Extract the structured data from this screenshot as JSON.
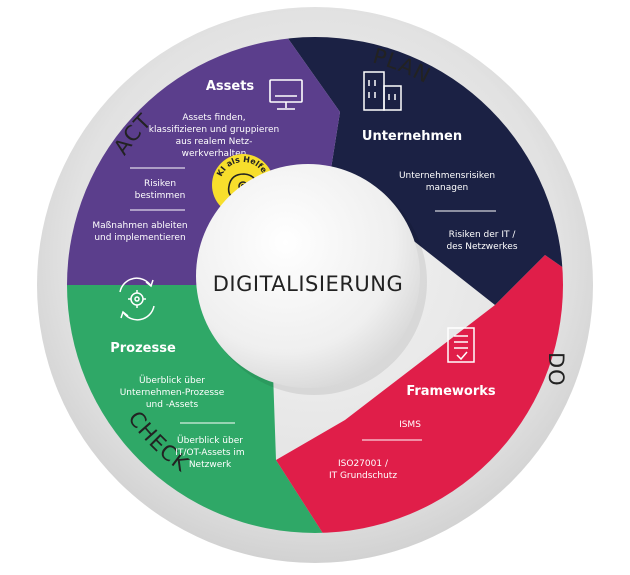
{
  "center": {
    "label": "DIGITALISIERUNG"
  },
  "ring": {
    "plan": "PLAN",
    "do": "DO",
    "check": "CHECK",
    "act": "ACT"
  },
  "colors": {
    "assets": "#5b3e8c",
    "unternehmen": "#1b2144",
    "frameworks": "#e01e49",
    "prozesse": "#2fa867",
    "badge": "#f7de2c",
    "ring": "#e1e1e1"
  },
  "segments": {
    "assets": {
      "title": "Assets",
      "icon": "monitor-icon",
      "lines": [
        "Assets finden,",
        "klassifizieren und gruppieren",
        "aus realem Netz-",
        "werkverhalten"
      ],
      "lines2": [
        "Risiken",
        "bestimmen"
      ],
      "lines3": [
        "Maßnahmen ableiten",
        "und implementieren"
      ]
    },
    "unternehmen": {
      "title": "Unternehmen",
      "icon": "building-icon",
      "lines": [
        "Unternehmensrisiken",
        "managen"
      ],
      "lines2": [
        "Risiken der IT /",
        "des Netzwerkes"
      ]
    },
    "frameworks": {
      "title": "Frameworks",
      "icon": "document-check-icon",
      "lines": [
        "ISMS"
      ],
      "lines2": [
        "ISO27001 /",
        "IT Grundschutz"
      ]
    },
    "prozesse": {
      "title": "Prozesse",
      "icon": "gear-cycle-icon",
      "lines": [
        "Überblick über",
        "Unternehmen-Prozesse",
        "und -Assets"
      ],
      "lines2": [
        "Überblick über",
        "IT/OT-Assets im",
        "Netzwerk"
      ]
    }
  },
  "badge": {
    "text": "KI als Helfer",
    "icon": "head-gear-icon"
  }
}
